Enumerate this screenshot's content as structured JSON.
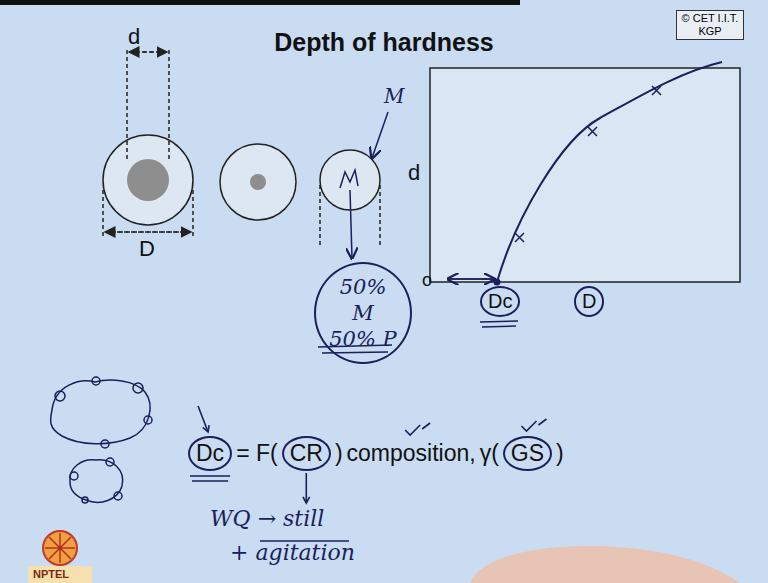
{
  "diagram": {
    "title": "Depth of hardness",
    "nodes": [
      {
        "text": [
          "© CET I.I.T. KGP"
        ]
      },
      {
        "text": [
          "50% M 50% P"
        ]
      }
    ],
    "labels": [
      "d",
      "D",
      "M",
      "d",
      "o",
      "Dc",
      "D",
      "Dc",
      "= F(",
      "CR",
      ")",
      "composition,",
      "γ(",
      "GS",
      ")",
      "WQ → still",
      "+ agitation",
      "NPTEL"
    ]
  }
}
